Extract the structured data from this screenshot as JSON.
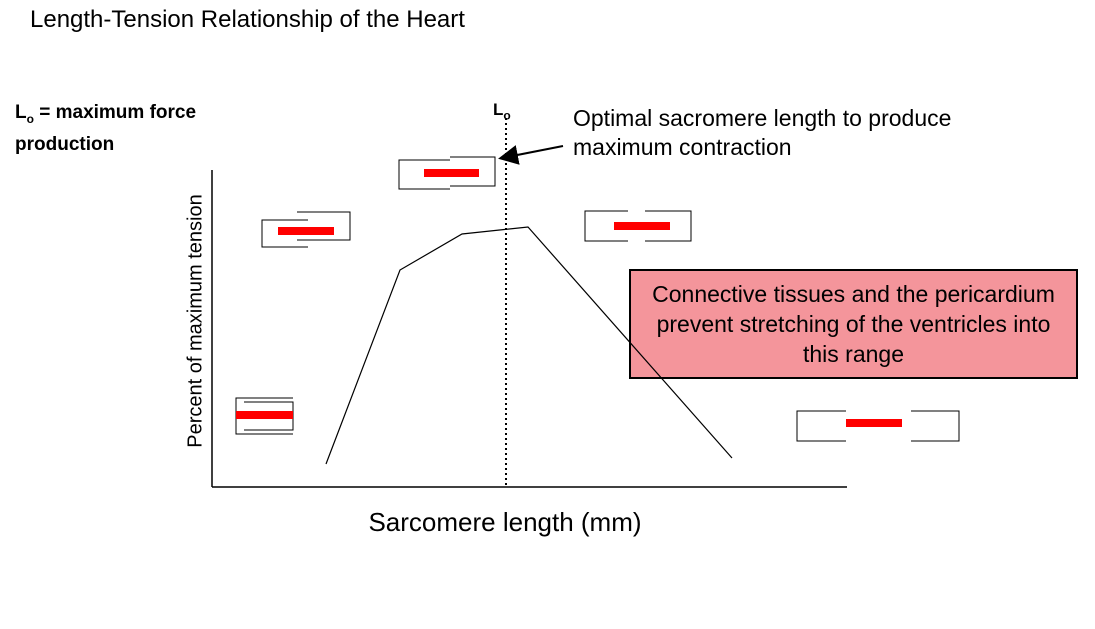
{
  "title": "Length-Tension Relationship of the Heart",
  "lo_definition": {
    "symbol": "L",
    "subscript": "o",
    "text": " = maximum force production"
  },
  "lo_marker": {
    "symbol": "L",
    "subscript": "o"
  },
  "optimal_note": "Optimal sacromere length to produce maximum contraction",
  "connective_note": "Connective tissues and the pericardium prevent stretching of the ventricles into this range",
  "axes": {
    "xlabel": "Sarcomere length (mm)",
    "ylabel": "Percent of maximum tension"
  },
  "colors": {
    "box_fill": "#f4959b",
    "filament": "#ff0000",
    "line": "#000000"
  }
}
